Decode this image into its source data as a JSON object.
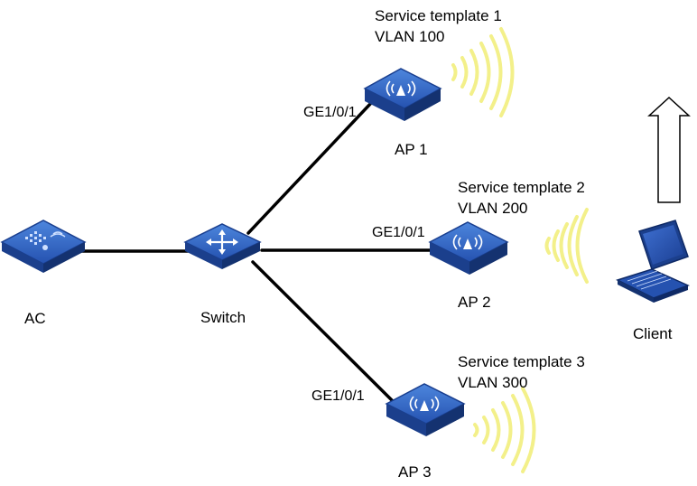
{
  "nodes": {
    "ac": {
      "label": "AC"
    },
    "switch": {
      "label": "Switch",
      "badge": "SWITCH"
    },
    "ap1": {
      "label": "AP 1",
      "port": "GE1/0/1",
      "service_template": "Service template 1",
      "vlan": "VLAN 100"
    },
    "ap2": {
      "label": "AP 2",
      "port": "GE1/0/1",
      "service_template": "Service template 2",
      "vlan": "VLAN 200"
    },
    "ap3": {
      "label": "AP 3",
      "port": "GE1/0/1",
      "service_template": "Service template 3",
      "vlan": "VLAN 300"
    },
    "client": {
      "label": "Client"
    }
  },
  "colors": {
    "device_blue": "#1f4aa8",
    "device_top": "#3a6fcf",
    "signal_yellow": "#f3f08a",
    "link": "#000000"
  }
}
